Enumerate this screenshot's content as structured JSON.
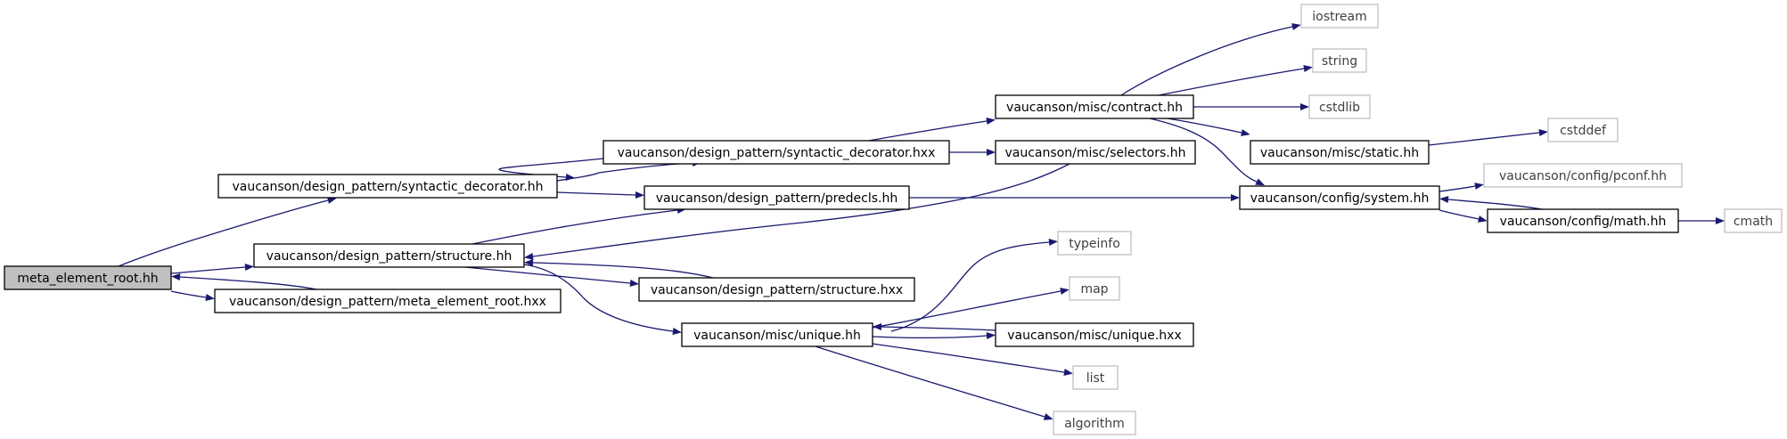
{
  "colors": {
    "edge": "#191970",
    "node_border": "#000000",
    "external_border": "#bfbfbf",
    "root_fill": "#bfbfbf"
  },
  "nodes": {
    "meta_element_root_hh": "meta_element_root.hh",
    "syntactic_decorator_hh": "vaucanson/design_pattern/syntactic_decorator.hh",
    "structure_hh": "vaucanson/design_pattern/structure.hh",
    "meta_element_root_hxx": "vaucanson/design_pattern/meta_element_root.hxx",
    "syntactic_decorator_hxx": "vaucanson/design_pattern/syntactic_decorator.hxx",
    "predecls_hh": "vaucanson/design_pattern/predecls.hh",
    "structure_hxx": "vaucanson/design_pattern/structure.hxx",
    "unique_hh": "vaucanson/misc/unique.hh",
    "contract_hh": "vaucanson/misc/contract.hh",
    "selectors_hh": "vaucanson/misc/selectors.hh",
    "unique_hxx": "vaucanson/misc/unique.hxx",
    "static_hh": "vaucanson/misc/static.hh",
    "system_hh": "vaucanson/config/system.hh",
    "math_hh": "vaucanson/config/math.hh",
    "pconf_hh": "vaucanson/config/pconf.hh",
    "iostream": "iostream",
    "string": "string",
    "cstdlib": "cstdlib",
    "cstddef": "cstddef",
    "cmath": "cmath",
    "typeinfo": "typeinfo",
    "map": "map",
    "list": "list",
    "algorithm": "algorithm"
  }
}
